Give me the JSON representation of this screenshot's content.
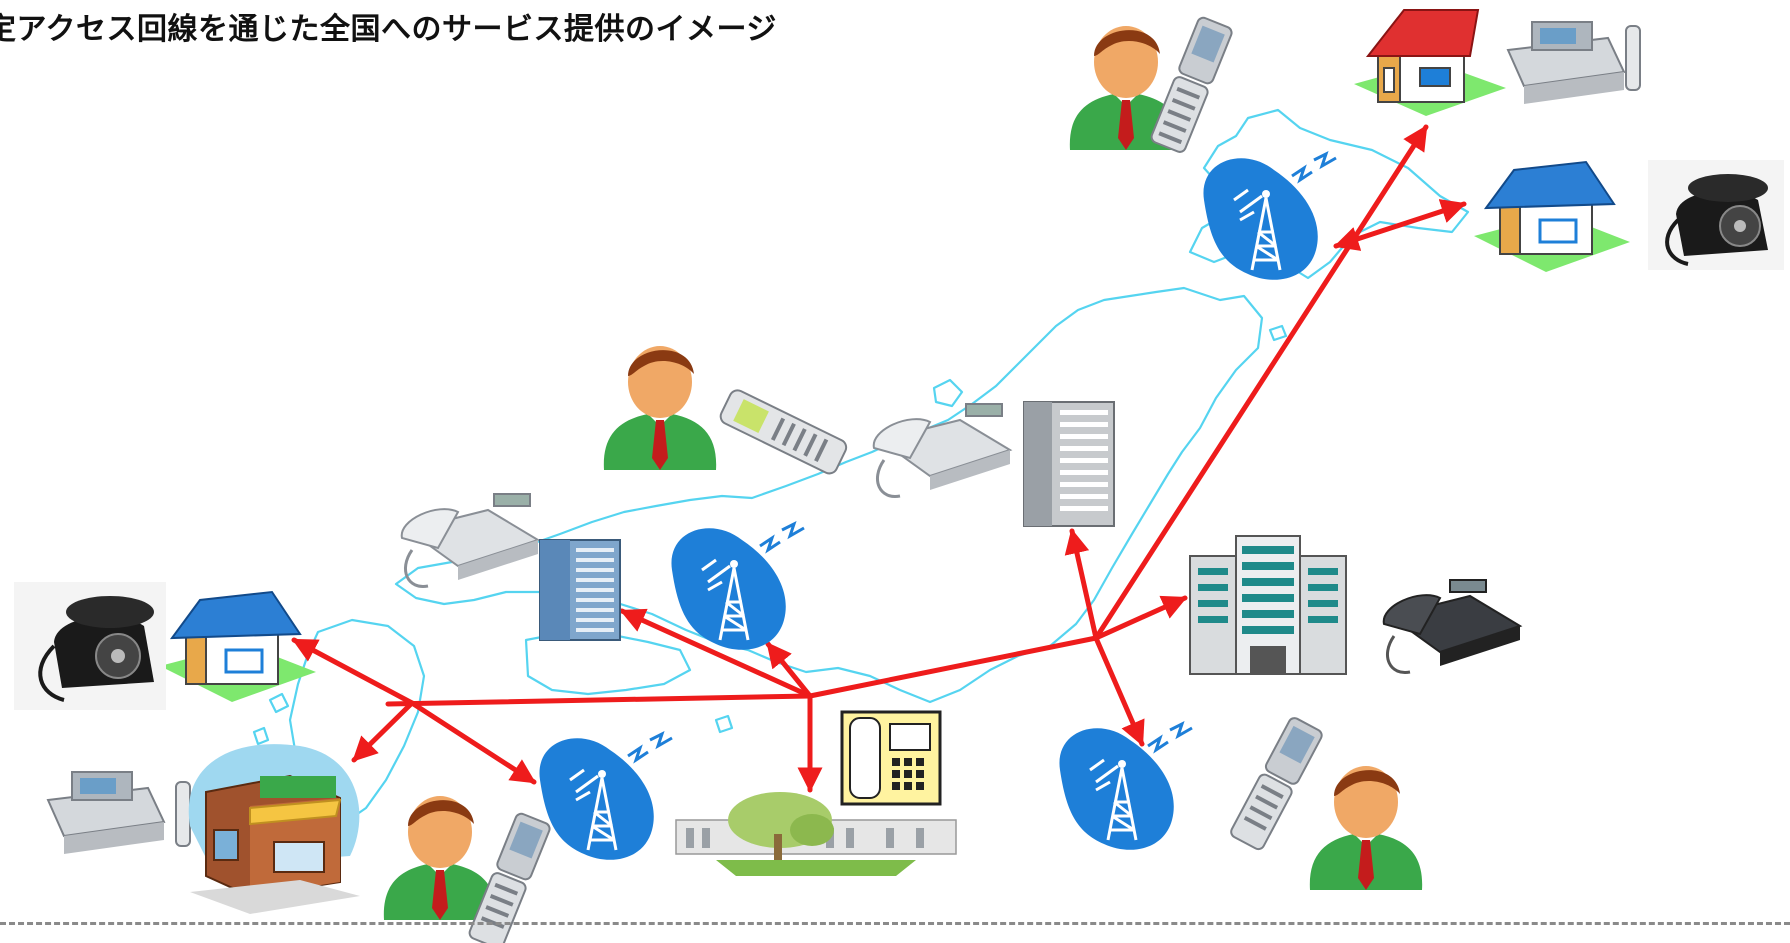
{
  "title": "定アクセス回線を通じた全国へのサービス提供のイメージ",
  "colors": {
    "title": "#111111",
    "link": "#ee1c1c",
    "land_fill": "#ffffff",
    "land_stroke": "#55d4f0",
    "tower_blob": "#1e7fd8",
    "wave": "#1e7fd8",
    "house_roof_blue": "#2c7fd4",
    "house_roof_red": "#e03030",
    "skin": "#f0a866",
    "hair": "#8a3a12",
    "suit": "#3aa84a",
    "tie": "#c41c1c",
    "phone_black": "#1a1a1a",
    "phone_grey": "#c9cdd2",
    "lawn": "#7ee86e",
    "building_blue": "#5a88b8",
    "building_grey": "#9aa0a6"
  },
  "icons": [
    {
      "name": "person-icon",
      "id": "person-1"
    },
    {
      "name": "mobile-phone-icon",
      "id": "mobile-1"
    },
    {
      "name": "house-icon",
      "id": "house-red"
    },
    {
      "name": "fax-machine-icon",
      "id": "fax-1"
    },
    {
      "name": "radio-tower-icon",
      "id": "tower-1"
    },
    {
      "name": "house-icon",
      "id": "house-blue-ne"
    },
    {
      "name": "rotary-phone-icon",
      "id": "rotary-1"
    },
    {
      "name": "person-icon",
      "id": "person-2"
    },
    {
      "name": "mobile-phone-icon",
      "id": "mobile-2"
    },
    {
      "name": "desk-phone-icon",
      "id": "deskphone-1"
    },
    {
      "name": "office-building-icon",
      "id": "building-1"
    },
    {
      "name": "desk-phone-icon",
      "id": "deskphone-2"
    },
    {
      "name": "office-building-icon",
      "id": "building-2"
    },
    {
      "name": "radio-tower-icon",
      "id": "tower-2"
    },
    {
      "name": "office-building-icon",
      "id": "building-3"
    },
    {
      "name": "desk-phone-icon",
      "id": "deskphone-3"
    },
    {
      "name": "rotary-phone-icon",
      "id": "rotary-2"
    },
    {
      "name": "house-icon",
      "id": "house-blue-w"
    },
    {
      "name": "shop-icon",
      "id": "shop-1"
    },
    {
      "name": "fax-machine-icon",
      "id": "fax-2"
    },
    {
      "name": "person-icon",
      "id": "person-3"
    },
    {
      "name": "mobile-phone-icon",
      "id": "mobile-3"
    },
    {
      "name": "radio-tower-icon",
      "id": "tower-3"
    },
    {
      "name": "payphone-icon",
      "id": "payphone-1"
    },
    {
      "name": "telephone-exchange-icon",
      "id": "exchange-1"
    },
    {
      "name": "radio-tower-icon",
      "id": "tower-4"
    },
    {
      "name": "mobile-phone-icon",
      "id": "mobile-4"
    },
    {
      "name": "person-icon",
      "id": "person-4"
    }
  ]
}
